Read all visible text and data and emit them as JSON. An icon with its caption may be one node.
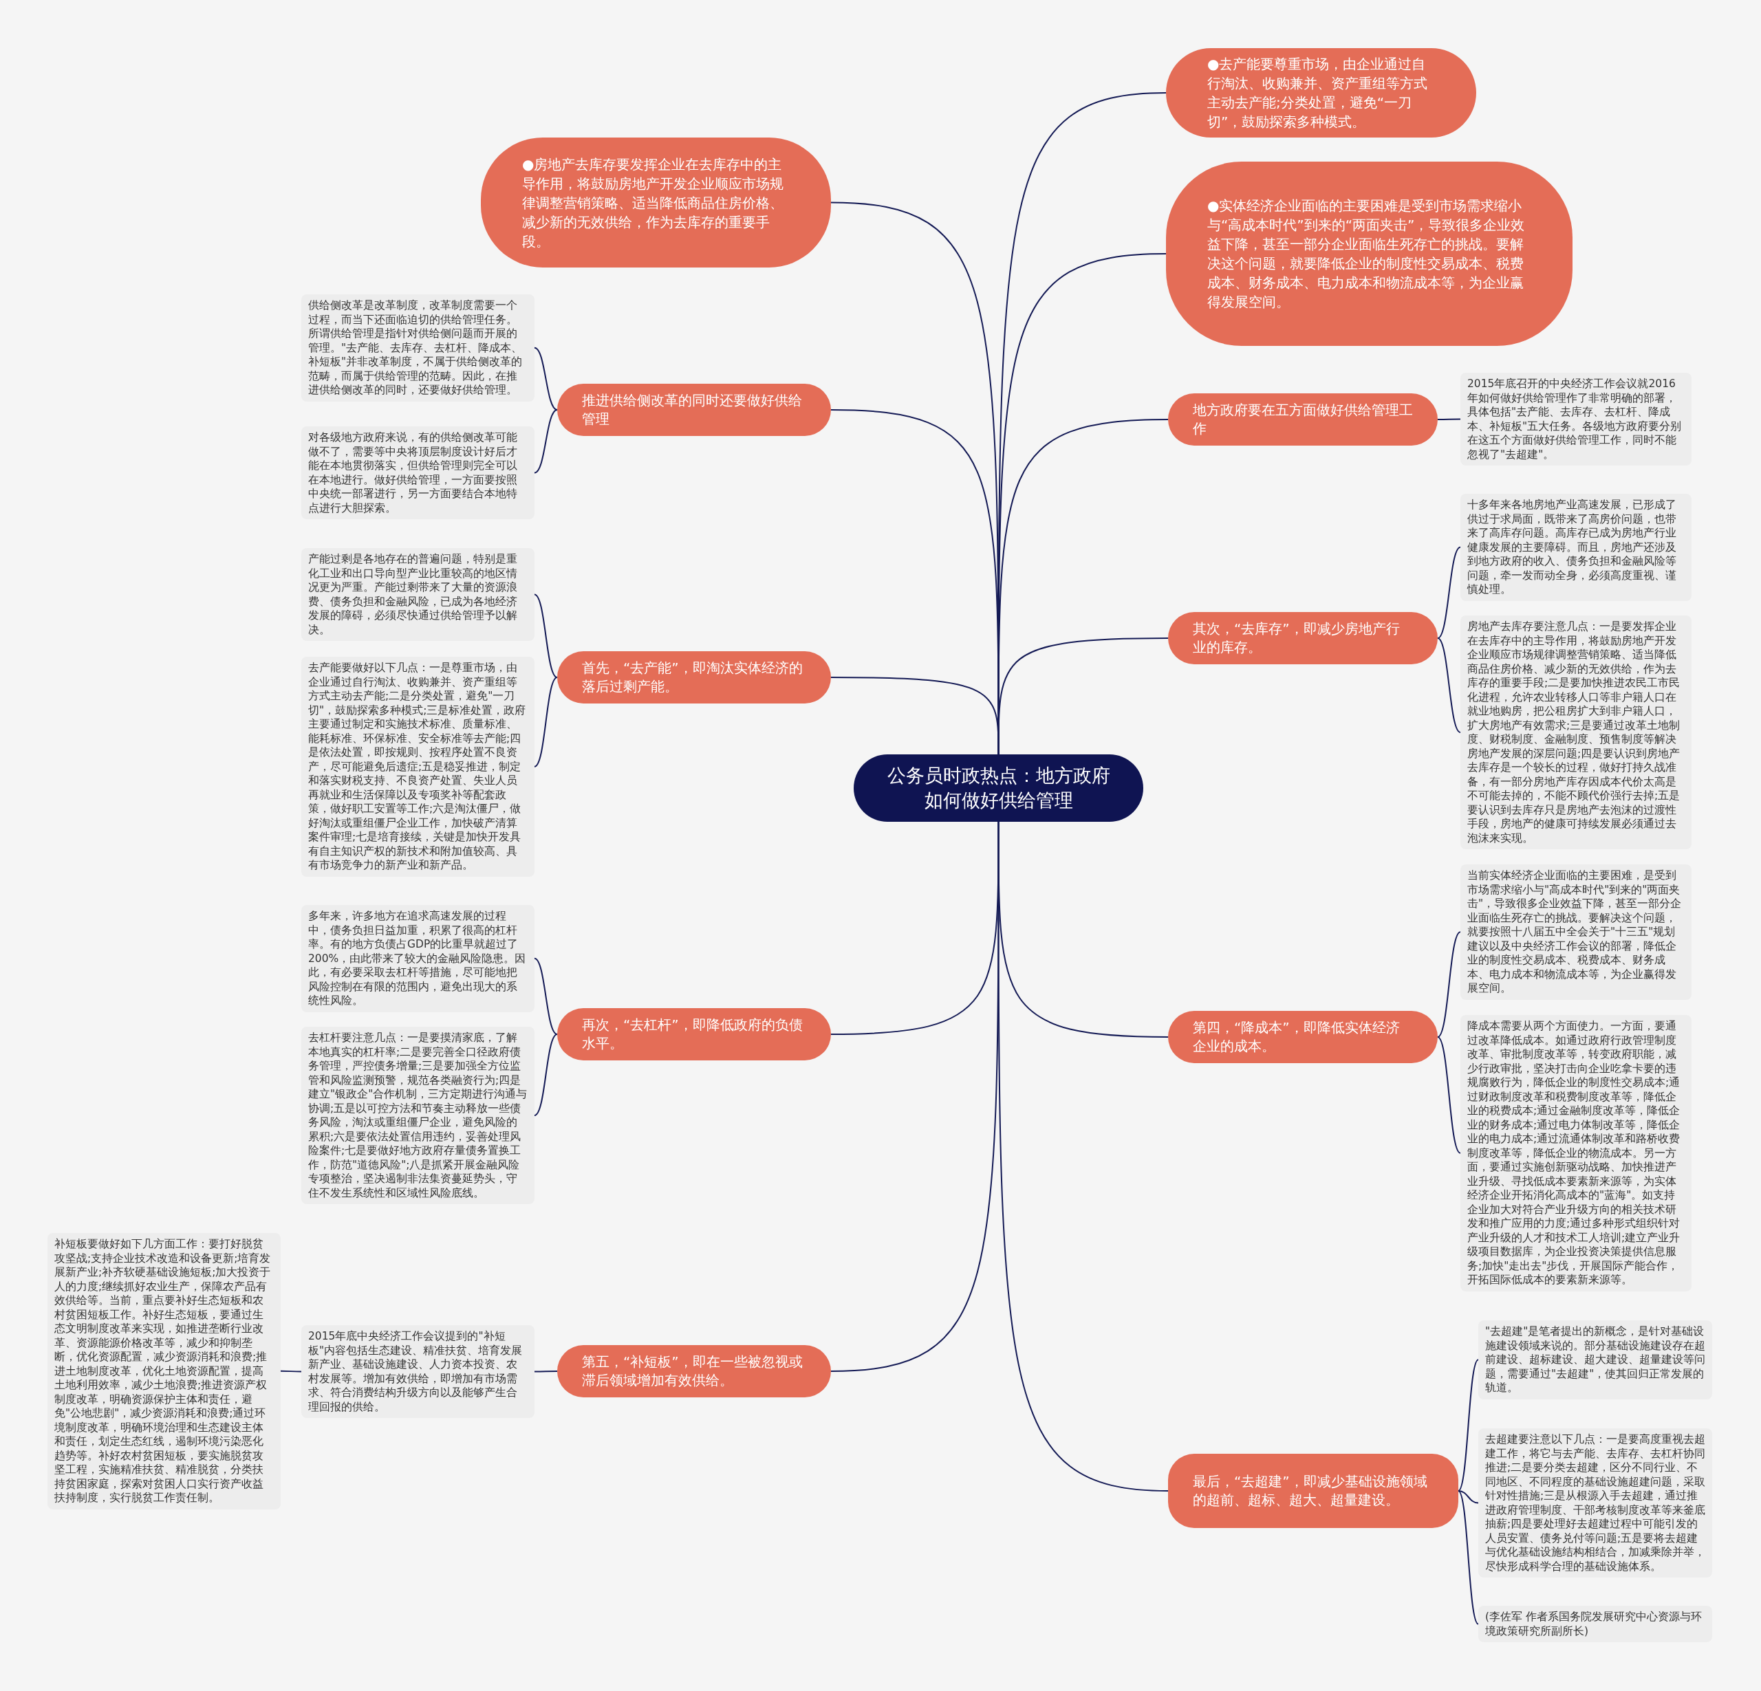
{
  "diagram": {
    "nodes": [
      {
        "text": [
          "公务员时政热点：地方政府如何做好供给管理"
        ]
      },
      {
        "text": [
          "●去产能要尊重市场，由企业通过自行淘汰、收购兼并、资产重组等方式主动去产能;分类处置，避免“一刀切”，鼓励探索多种模式。"
        ]
      },
      {
        "text": [
          "●实体经济企业面临的主要困难是受到市场需求缩小与“高成本时代”到来的“两面夹击”，导致很多企业效益下降，甚至一部分企业面临生死存亡的挑战。要解决这个问题，就要降低企业的制度性交易成本、税费成本、财务成本、电力成本和物流成本等，为企业赢得发展空间。"
        ]
      },
      {
        "text": [
          "●房地产去库存要发挥企业在去库存中的主导作用，将鼓励房地产开发企业顺应市场规律调整营销策略、适当降低商品住房价格、减少新的无效供给，作为去库存的重要手段。"
        ]
      },
      {
        "text": [
          "推进供给侧改革的同时还要做好供给管理"
        ]
      },
      {
        "text": [
          "供给侧改革是改革制度，改革制度需要一个过程，而当下还面临迫切的供给管理任务。所谓供给管理是指针对供给侧问题而开展的管理。\"去产能、去库存、去杠杆、降成本、补短板\"并非改革制度，不属于供给侧改革的范畴，而属于供给管理的范畴。因此，在推进供给侧改革的同时，还要做好供给管理。"
        ]
      },
      {
        "text": [
          "对各级地方政府来说，有的供给侧改革可能做不了，需要等中央将顶层制度设计好后才能在本地贯彻落实，但供给管理则完全可以在本地进行。做好供给管理，一方面要按照中央统一部署进行，另一方面要结合本地特点进行大胆探索。"
        ]
      },
      {
        "text": [
          "首先，“去产能”，即淘汰实体经济的落后过剩产能。"
        ]
      },
      {
        "text": [
          "产能过剩是各地存在的普遍问题，特别是重化工业和出口导向型产业比重较高的地区情况更为严重。产能过剩带来了大量的资源浪费、债务负担和金融风险，已成为各地经济发展的障碍，必须尽快通过供给管理予以解决。"
        ]
      },
      {
        "text": [
          "去产能要做好以下几点：一是尊重市场，由企业通过自行淘汰、收购兼并、资产重组等方式主动去产能;二是分类处置，避免\"一刀切\"，鼓励探索多种模式;三是标准处置，政府主要通过制定和实施技术标准、质量标准、能耗标准、环保标准、安全标准等去产能;四是依法处置，即按规则、按程序处置不良资产，尽可能避免后遗症;五是稳妥推进，制定和落实财税支持、不良资产处置、失业人员再就业和生活保障以及专项奖补等配套政策，做好职工安置等工作;六是淘汰僵尸，做好淘汰或重组僵尸企业工作，加快破产清算案件审理;七是培育接续，关键是加快开发具有自主知识产权的新技术和附加值较高、具有市场竞争力的新产业和新产品。"
        ]
      },
      {
        "text": [
          "再次，“去杠杆”，即降低政府的负债水平。"
        ]
      },
      {
        "text": [
          "多年来，许多地方在追求高速发展的过程中，债务负担日益加重，积累了很高的杠杆率。有的地方负债占GDP的比重早就超过了200%，由此带来了较大的金融风险隐患。因此，有必要采取去杠杆等措施，尽可能地把风险控制在有限的范围内，避免出现大的系统性风险。"
        ]
      },
      {
        "text": [
          "去杠杆要注意几点：一是要摸清家底，了解本地真实的杠杆率;二是要完善全口径政府债务管理，严控债务增量;三是要加强全方位监管和风险监测预警，规范各类融资行为;四是建立\"银政企\"合作机制，三方定期进行沟通与协调;五是以可控方法和节奏主动释放一些债务风险，淘汰或重组僵尸企业，避免风险的累积;六是要依法处置信用违约，妥善处理风险案件;七是要做好地方政府存量债务置换工作，防范\"道德风险\";八是抓紧开展金融风险专项整治，坚决遏制非法集资蔓延势头，守住不发生系统性和区域性风险底线。"
        ]
      },
      {
        "text": [
          "第五，“补短板”，即在一些被忽视或滞后领域增加有效供给。"
        ]
      },
      {
        "text": [
          "2015年底中央经济工作会议提到的\"补短板\"内容包括生态建设、精准扶贫、培育发展新产业、基础设施建设、人力资本投资、农村发展等。增加有效供给，即增加有市场需求、符合消费结构升级方向以及能够产生合理回报的供给。"
        ]
      },
      {
        "text": [
          "补短板要做好如下几方面工作：要打好脱贫攻坚战;支持企业技术改造和设备更新;培育发展新产业;补齐软硬基础设施短板;加大投资于人的力度;继续抓好农业生产，保障农产品有效供给等。当前，重点要补好生态短板和农村贫困短板工作。补好生态短板，要通过生态文明制度改革来实现，如推进垄断行业改革、资源能源价格改革等，减少和抑制垄断，优化资源配置，减少资源消耗和浪费;推进土地制度改革，优化土地资源配置，提高土地利用效率，减少土地浪费;推进资源产权制度改革，明确资源保护主体和责任，避免\"公地悲剧\"，减少资源消耗和浪费;通过环境制度改革，明确环境治理和生态建设主体和责任，划定生态红线，遏制环境污染恶化趋势等。补好农村贫困短板，要实施脱贫攻坚工程，实施精准扶贫、精准脱贫，分类扶持贫困家庭，探索对贫困人口实行资产收益扶持制度，实行脱贫工作责任制。"
        ]
      },
      {
        "text": [
          "地方政府要在五方面做好供给管理工作"
        ]
      },
      {
        "text": [
          "2015年底召开的中央经济工作会议就2016年如何做好供给管理作了非常明确的部署，具体包括\"去产能、去库存、去杠杆、降成本、补短板\"五大任务。各级地方政府要分别在这五个方面做好供给管理工作，同时不能忽视了\"去超建\"。"
        ]
      },
      {
        "text": [
          "其次，“去库存”，即减少房地产行业的库存。"
        ]
      },
      {
        "text": [
          "十多年来各地房地产业高速发展，已形成了供过于求局面，既带来了高房价问题，也带来了高库存问题。高库存已成为房地产行业健康发展的主要障碍。而且，房地产还涉及到地方政府的收入、债务负担和金融风险等问题，牵一发而动全身，必须高度重视、谨慎处理。"
        ]
      },
      {
        "text": [
          "房地产去库存要注意几点：一是要发挥企业在去库存中的主导作用，将鼓励房地产开发企业顺应市场规律调整营销策略、适当降低商品住房价格、减少新的无效供给，作为去库存的重要手段;二是要加快推进农民工市民化进程，允许农业转移人口等非户籍人口在就业地购房，把公租房扩大到非户籍人口，扩大房地产有效需求;三是要通过改革土地制度、财税制度、金融制度、预售制度等解决房地产发展的深层问题;四是要认识到房地产去库存是一个较长的过程，做好打持久战准备，有一部分房地产库存因成本代价太高是不可能去掉的，不能不顾代价强行去掉;五是要认识到去库存只是房地产去泡沫的过渡性手段，房地产的健康可持续发展必须通过去泡沫来实现。"
        ]
      },
      {
        "text": [
          "第四，“降成本”，即降低实体经济企业的成本。"
        ]
      },
      {
        "text": [
          "当前实体经济企业面临的主要困难，是受到市场需求缩小与\"高成本时代\"到来的\"两面夹击\"，导致很多企业效益下降，甚至一部分企业面临生死存亡的挑战。要解决这个问题，就要按照十八届五中全会关于\"十三五\"规划建议以及中央经济工作会议的部署，降低企业的制度性交易成本、税费成本、财务成本、电力成本和物流成本等，为企业赢得发展空间。"
        ]
      },
      {
        "text": [
          "降成本需要从两个方面使力。一方面，要通过改革降低成本。如通过政府行政管理制度改革、审批制度改革等，转变政府职能，减少行政审批，坚决打击向企业吃拿卡要的违规腐败行为，降低企业的制度性交易成本;通过财政制度改革和税费制度改革等，降低企业的税费成本;通过金融制度改革等，降低企业的财务成本;通过电力体制改革等，降低企业的电力成本;通过流通体制改革和路桥收费制度改革等，降低企业的物流成本。另一方面，要通过实施创新驱动战略、加快推进产业升级、寻找低成本要素新来源等，为实体经济企业开拓消化高成本的\"蓝海\"。如支持企业加大对符合产业升级方向的相关技术研发和推广应用的力度;通过多种形式组织针对产业升级的人才和技术工人培训;建立产业升级项目数据库，为企业投资决策提供信息服务;加快\"走出去\"步伐，开展国际产能合作，开拓国际低成本的要素新来源等。"
        ]
      },
      {
        "text": [
          "最后，“去超建”，即减少基础设施领域的超前、超标、超大、超量建设。"
        ]
      },
      {
        "text": [
          "\"去超建\"是笔者提出的新概念，是针对基础设施建设领域来说的。部分基础设施建设存在超前建设、超标建设、超大建设、超量建设等问题，需要通过\"去超建\"，使其回归正常发展的轨道。"
        ]
      },
      {
        "text": [
          "去超建要注意以下几点：一是要高度重视去超建工作，将它与去产能、去库存、去杠杆协同推进;二是要分类去超建，区分不同行业、不同地区、不同程度的基础设施超建问题，采取针对性措施;三是从根源入手去超建，通过推进政府管理制度、干部考核制度改革等来釜底抽薪;四是要处理好去超建过程中可能引发的人员安置、债务兑付等问题;五是要将去超建与优化基础设施结构相结合，加减乘除并举，尽快形成科学合理的基础设施体系。"
        ]
      },
      {
        "text": [
          "(李佐军 作者系国务院发展研究中心资源与环境政策研究所副所长)"
        ]
      }
    ],
    "edges": [
      {
        "from": 0,
        "to": 1,
        "arrow": "none"
      },
      {
        "from": 0,
        "to": 2,
        "arrow": "none"
      },
      {
        "from": 0,
        "to": 3,
        "arrow": "none"
      },
      {
        "from": 0,
        "to": 4,
        "arrow": "none"
      },
      {
        "from": 0,
        "to": 7,
        "arrow": "none"
      },
      {
        "from": 0,
        "to": 10,
        "arrow": "none"
      },
      {
        "from": 0,
        "to": 13,
        "arrow": "none"
      },
      {
        "from": 0,
        "to": 16,
        "arrow": "none"
      },
      {
        "from": 0,
        "to": 18,
        "arrow": "none"
      },
      {
        "from": 0,
        "to": 21,
        "arrow": "none"
      },
      {
        "from": 0,
        "to": 24,
        "arrow": "none"
      },
      {
        "from": 4,
        "to": 5,
        "arrow": "none"
      },
      {
        "from": 4,
        "to": 6,
        "arrow": "none"
      },
      {
        "from": 7,
        "to": 8,
        "arrow": "none"
      },
      {
        "from": 7,
        "to": 9,
        "arrow": "none"
      },
      {
        "from": 10,
        "to": 11,
        "arrow": "none"
      },
      {
        "from": 10,
        "to": 12,
        "arrow": "none"
      },
      {
        "from": 13,
        "to": 14,
        "arrow": "none"
      },
      {
        "from": 14,
        "to": 15,
        "arrow": "none"
      },
      {
        "from": 16,
        "to": 17,
        "arrow": "none"
      },
      {
        "from": 18,
        "to": 19,
        "arrow": "none"
      },
      {
        "from": 18,
        "to": 20,
        "arrow": "none"
      },
      {
        "from": 21,
        "to": 22,
        "arrow": "none"
      },
      {
        "from": 21,
        "to": 23,
        "arrow": "none"
      },
      {
        "from": 24,
        "to": 25,
        "arrow": "none"
      },
      {
        "from": 24,
        "to": 26,
        "arrow": "none"
      },
      {
        "from": 24,
        "to": 27,
        "arrow": "none"
      }
    ]
  }
}
